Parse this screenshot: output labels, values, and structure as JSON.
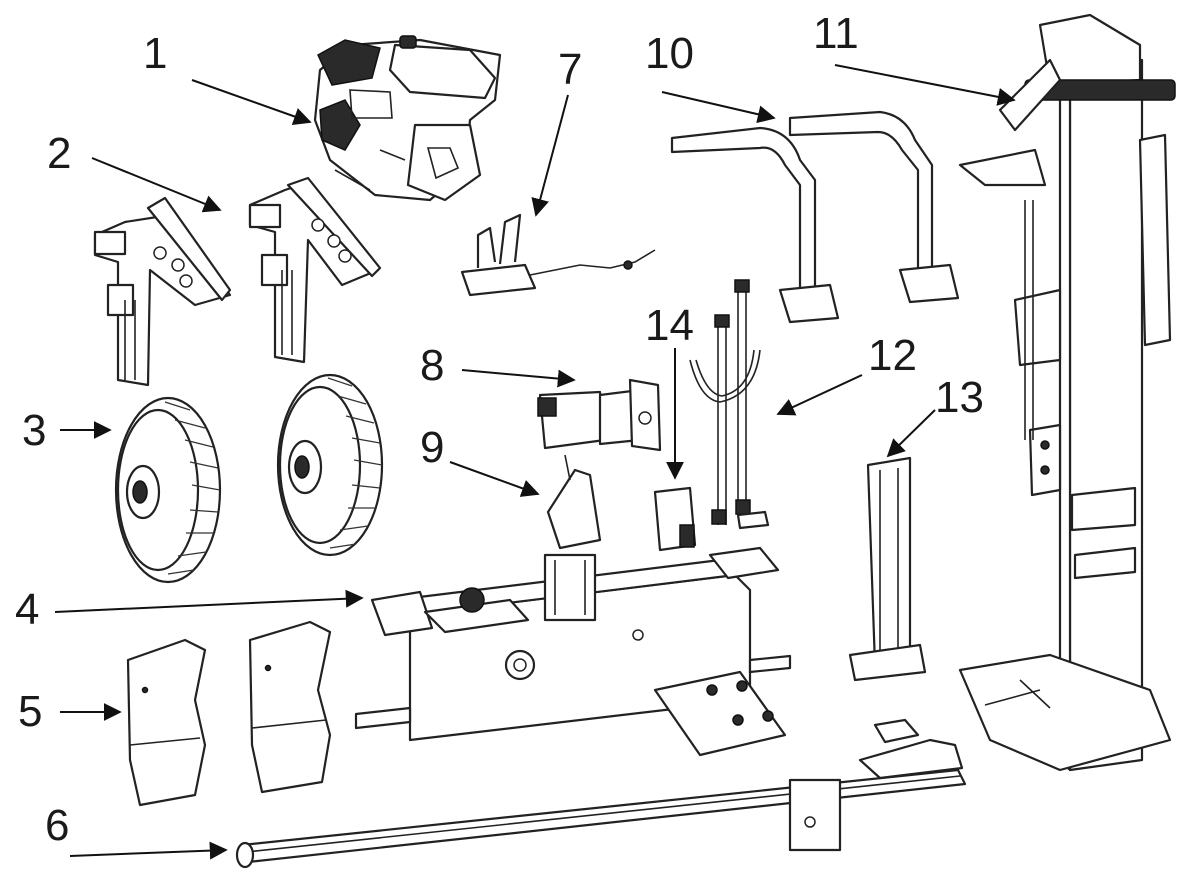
{
  "callouts": [
    {
      "id": "1",
      "text": "1"
    },
    {
      "id": "2",
      "text": "2"
    },
    {
      "id": "3",
      "text": "3"
    },
    {
      "id": "4",
      "text": "4"
    },
    {
      "id": "5",
      "text": "5"
    },
    {
      "id": "6",
      "text": "6"
    },
    {
      "id": "7",
      "text": "7"
    },
    {
      "id": "8",
      "text": "8"
    },
    {
      "id": "9",
      "text": "9"
    },
    {
      "id": "10",
      "text": "10"
    },
    {
      "id": "11",
      "text": "11"
    },
    {
      "id": "12",
      "text": "12"
    },
    {
      "id": "13",
      "text": "13"
    },
    {
      "id": "14",
      "text": "14"
    }
  ],
  "colors": {
    "line": "#222222",
    "background": "#ffffff",
    "text": "#1a1a1a"
  }
}
